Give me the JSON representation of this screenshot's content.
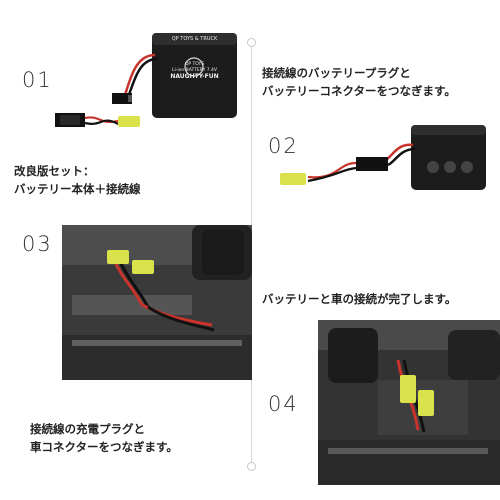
{
  "steps": [
    {
      "num": "01"
    },
    {
      "num": "02"
    },
    {
      "num": "03"
    },
    {
      "num": "04"
    }
  ],
  "captions": {
    "kit": [
      "改良版セット：",
      "バッテリー本体＋接続線"
    ],
    "step02": [
      "接続線のバッテリープラグと",
      "バッテリーコネクターをつなぎます。"
    ],
    "step03_complete": "バッテリーと車の接続が完了します。",
    "step04": [
      "接続線の充電プラグと",
      "車コネクターをつなぎます。"
    ]
  },
  "battery_label": {
    "line1": "QP TOYS & TRUCK",
    "line2": "QP TOYS",
    "line3": "Li-ion BATTERY 7.4V",
    "line4": "NAUGHTY-FUN"
  },
  "colors": {
    "battery": "#1c1c1c",
    "connector_yellow": "#d9e24a",
    "wire_red": "#c8332b",
    "wire_black": "#111111"
  }
}
